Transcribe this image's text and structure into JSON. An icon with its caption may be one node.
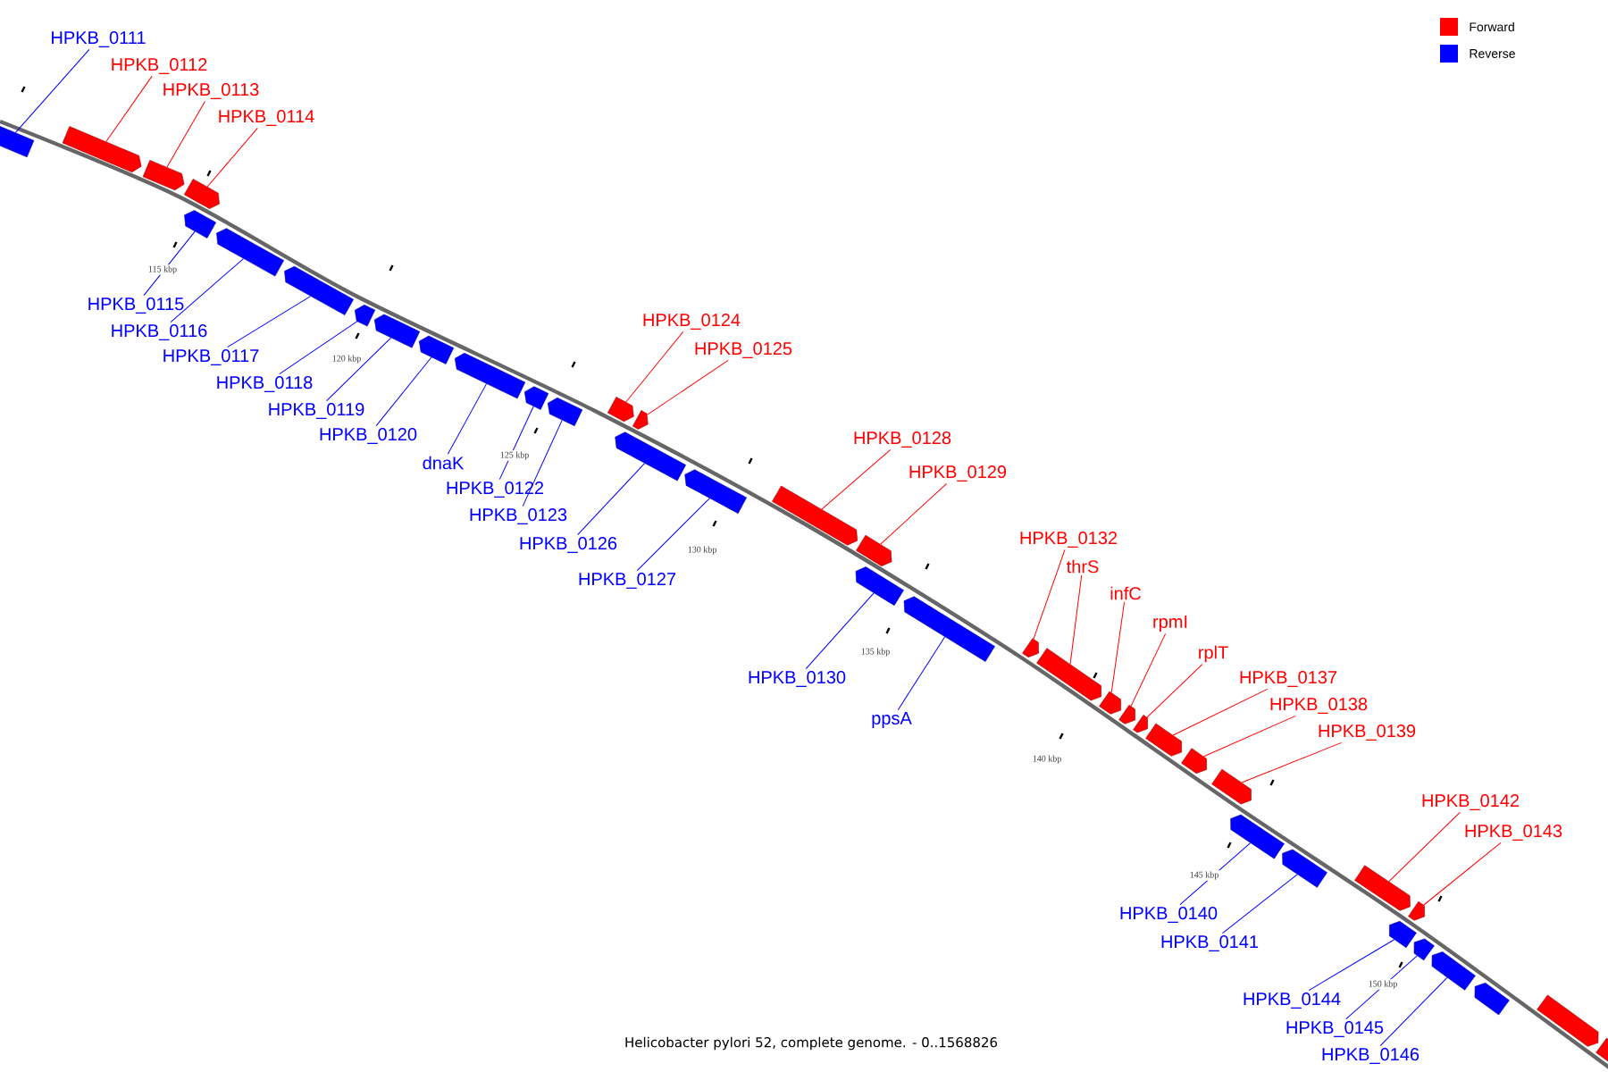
{
  "diagram": {
    "caption": "Helicobacter pylori 52, complete genome. - 0..1568826",
    "nodes": [
      {
        "text": [
          "HPKB_0111"
        ]
      },
      {
        "text": [],
        "shape": "bar"
      },
      {
        "text": [
          "HPKB_0112"
        ]
      },
      {
        "text": [],
        "shape": "bar"
      },
      {
        "text": [
          "HPKB_0113"
        ]
      },
      {
        "text": [],
        "shape": "bar"
      },
      {
        "text": [
          "HPKB_0114"
        ]
      },
      {
        "text": [],
        "shape": "bar"
      },
      {
        "text": [
          "HPKB_0115"
        ]
      },
      {
        "text": [],
        "shape": "bar"
      },
      {
        "text": [
          "HPKB_0116"
        ]
      },
      {
        "text": [],
        "shape": "bar"
      },
      {
        "text": [
          "HPKB_0117"
        ]
      },
      {
        "text": [],
        "shape": "bar"
      },
      {
        "text": [
          "HPKB_0118"
        ]
      },
      {
        "text": [],
        "shape": "bar"
      },
      {
        "text": [
          "HPKB_0119"
        ]
      },
      {
        "text": [],
        "shape": "bar"
      },
      {
        "text": [
          "HPKB_0120"
        ]
      },
      {
        "text": [],
        "shape": "bar"
      },
      {
        "text": [
          "dnaK"
        ]
      },
      {
        "text": [],
        "shape": "bar"
      },
      {
        "text": [
          "HPKB_0122"
        ]
      },
      {
        "text": [],
        "shape": "bar"
      },
      {
        "text": [
          "HPKB_0123"
        ]
      },
      {
        "text": [],
        "shape": "bar"
      },
      {
        "text": [
          "HPKB_0124"
        ]
      },
      {
        "text": [],
        "shape": "bar"
      },
      {
        "text": [
          "HPKB_0125"
        ]
      },
      {
        "text": [],
        "shape": "bar"
      },
      {
        "text": [
          "HPKB_0126"
        ]
      },
      {
        "text": [],
        "shape": "bar"
      },
      {
        "text": [
          "HPKB_0127"
        ]
      },
      {
        "text": [],
        "shape": "bar"
      },
      {
        "text": [
          "HPKB_0128"
        ]
      },
      {
        "text": [],
        "shape": "bar"
      },
      {
        "text": [
          "HPKB_0129"
        ]
      },
      {
        "text": [],
        "shape": "bar"
      },
      {
        "text": [
          "HPKB_0130"
        ]
      },
      {
        "text": [],
        "shape": "bar"
      },
      {
        "text": [
          "ppsA"
        ]
      },
      {
        "text": [],
        "shape": "bar"
      },
      {
        "text": [
          "HPKB_0132"
        ]
      },
      {
        "text": [],
        "shape": "bar"
      },
      {
        "text": [
          "thrS"
        ]
      },
      {
        "text": [],
        "shape": "bar"
      },
      {
        "text": [
          "infC"
        ]
      },
      {
        "text": [],
        "shape": "bar"
      },
      {
        "text": [
          "rpmI"
        ]
      },
      {
        "text": [],
        "shape": "bar"
      },
      {
        "text": [
          "rplT"
        ]
      },
      {
        "text": [],
        "shape": "bar"
      },
      {
        "text": [
          "HPKB_0137"
        ]
      },
      {
        "text": [],
        "shape": "bar"
      },
      {
        "text": [
          "HPKB_0138"
        ]
      },
      {
        "text": [],
        "shape": "bar"
      },
      {
        "text": [
          "HPKB_0139"
        ]
      },
      {
        "text": [],
        "shape": "bar"
      },
      {
        "text": [
          "HPKB_0140"
        ]
      },
      {
        "text": [],
        "shape": "bar"
      },
      {
        "text": [
          "HPKB_0141"
        ]
      },
      {
        "text": [],
        "shape": "bar"
      },
      {
        "text": [
          "HPKB_0142"
        ]
      },
      {
        "text": [],
        "shape": "bar"
      },
      {
        "text": [
          "HPKB_0143"
        ]
      },
      {
        "text": [],
        "shape": "bar"
      },
      {
        "text": [
          "HPKB_0144"
        ]
      },
      {
        "text": [],
        "shape": "bar"
      },
      {
        "text": [
          "HPKB_0145"
        ]
      },
      {
        "text": [],
        "shape": "bar"
      },
      {
        "text": [
          "HPKB_0146"
        ]
      },
      {
        "text": [],
        "shape": "bar"
      },
      {
        "text": [],
        "shape": "bar"
      },
      {
        "text": [],
        "shape": "bar"
      },
      {
        "text": [],
        "shape": "bar"
      }
    ],
    "edges": [
      {
        "from": 0,
        "to": 1,
        "arrow": "none"
      },
      {
        "from": 2,
        "to": 3,
        "arrow": "none",
        "color": "#ff0000"
      },
      {
        "from": 4,
        "to": 5,
        "arrow": "none",
        "color": "#ff0000"
      },
      {
        "from": 6,
        "to": 7,
        "arrow": "none",
        "color": "#ff0000"
      },
      {
        "from": 8,
        "to": 9,
        "arrow": "none"
      },
      {
        "from": 10,
        "to": 11,
        "arrow": "none"
      },
      {
        "from": 12,
        "to": 13,
        "arrow": "none"
      },
      {
        "from": 14,
        "to": 15,
        "arrow": "none"
      },
      {
        "from": 16,
        "to": 17,
        "arrow": "none"
      },
      {
        "from": 18,
        "to": 19,
        "arrow": "none"
      },
      {
        "from": 20,
        "to": 21,
        "arrow": "none"
      },
      {
        "from": 22,
        "to": 23,
        "arrow": "none"
      },
      {
        "from": 24,
        "to": 25,
        "arrow": "none"
      },
      {
        "from": 26,
        "to": 27,
        "arrow": "none",
        "color": "#ff0000"
      },
      {
        "from": 28,
        "to": 29,
        "arrow": "none",
        "color": "#ff0000"
      },
      {
        "from": 30,
        "to": 31,
        "arrow": "none"
      },
      {
        "from": 32,
        "to": 33,
        "arrow": "none"
      },
      {
        "from": 34,
        "to": 35,
        "arrow": "none",
        "color": "#ff0000"
      },
      {
        "from": 36,
        "to": 37,
        "arrow": "none",
        "color": "#ff0000"
      },
      {
        "from": 38,
        "to": 39,
        "arrow": "none"
      },
      {
        "from": 40,
        "to": 41,
        "arrow": "none"
      },
      {
        "from": 42,
        "to": 43,
        "arrow": "none",
        "color": "#ff0000"
      },
      {
        "from": 44,
        "to": 45,
        "arrow": "none",
        "color": "#ff0000"
      },
      {
        "from": 46,
        "to": 47,
        "arrow": "none",
        "color": "#ff0000"
      },
      {
        "from": 48,
        "to": 49,
        "arrow": "none",
        "color": "#ff0000"
      },
      {
        "from": 50,
        "to": 51,
        "arrow": "none",
        "color": "#ff0000"
      },
      {
        "from": 52,
        "to": 53,
        "arrow": "none",
        "color": "#ff0000"
      },
      {
        "from": 54,
        "to": 55,
        "arrow": "none",
        "color": "#ff0000"
      },
      {
        "from": 56,
        "to": 57,
        "arrow": "none",
        "color": "#ff0000"
      },
      {
        "from": 58,
        "to": 59,
        "arrow": "none"
      },
      {
        "from": 60,
        "to": 61,
        "arrow": "none"
      },
      {
        "from": 62,
        "to": 63,
        "arrow": "none",
        "color": "#ff0000"
      },
      {
        "from": 64,
        "to": 65,
        "arrow": "none",
        "color": "#ff0000"
      },
      {
        "from": 66,
        "to": 67,
        "arrow": "none"
      },
      {
        "from": 68,
        "to": 69,
        "arrow": "none"
      },
      {
        "from": 70,
        "to": 71,
        "arrow": "none"
      }
    ],
    "labels": [
      "115 kbp",
      "120 kbp",
      "125 kbp",
      "130 kbp",
      "135 kbp",
      "140 kbp",
      "145 kbp",
      "150 kbp"
    ],
    "legend": [
      {
        "text": "Forward",
        "color": "#ff0000"
      },
      {
        "text": "Reverse",
        "color": "#0000ff"
      }
    ]
  }
}
